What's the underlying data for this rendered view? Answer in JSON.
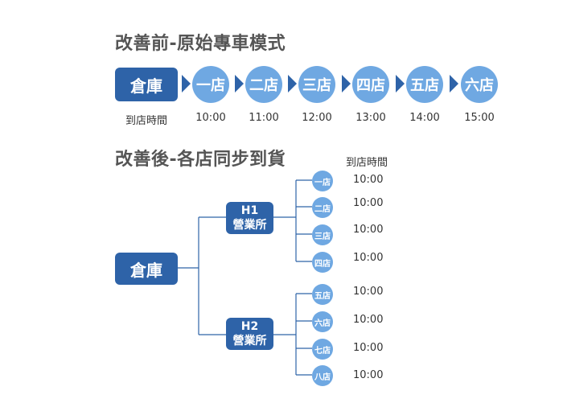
{
  "before": {
    "title": "改善前-原始專車模式",
    "warehouse": "倉庫",
    "arrival_label": "到店時間",
    "stores": [
      {
        "name": "一店",
        "time": "10:00"
      },
      {
        "name": "二店",
        "time": "11:00"
      },
      {
        "name": "三店",
        "time": "12:00"
      },
      {
        "name": "四店",
        "time": "13:00"
      },
      {
        "name": "五店",
        "time": "14:00"
      },
      {
        "name": "六店",
        "time": "15:00"
      }
    ]
  },
  "after": {
    "title": "改善後-各店同步到貨",
    "warehouse": "倉庫",
    "arrival_label": "到店時間",
    "hubs": [
      {
        "code": "H1",
        "name": "營業所"
      },
      {
        "code": "H2",
        "name": "營業所"
      }
    ],
    "stores": [
      {
        "name": "一店",
        "time": "10:00"
      },
      {
        "name": "二店",
        "time": "10:00"
      },
      {
        "name": "三店",
        "time": "10:00"
      },
      {
        "name": "四店",
        "time": "10:00"
      },
      {
        "name": "五店",
        "time": "10:00"
      },
      {
        "name": "六店",
        "time": "10:00"
      },
      {
        "name": "七店",
        "time": "10:00"
      },
      {
        "name": "八店",
        "time": "10:00"
      }
    ]
  },
  "colors": {
    "warehouse_box": "#2e63a8",
    "store_circle": "#6fa8e2",
    "arrow": "#2e63a8",
    "connector": "#2e63a8"
  }
}
